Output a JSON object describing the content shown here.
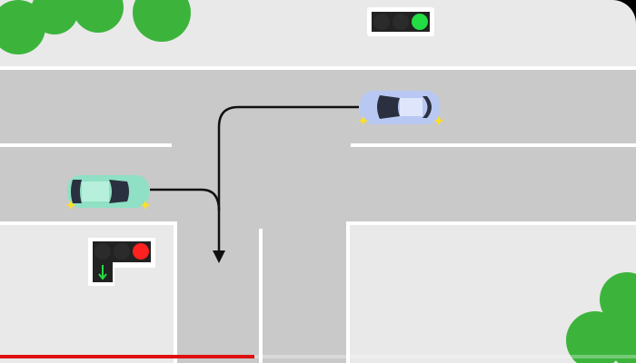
{
  "colors": {
    "sidewalk": "#e9e9e9",
    "road": "#c9c9c9",
    "lane_marking": "#ffffff",
    "path_line": "#111111",
    "car_blue": "#b8c8f2",
    "car_green": "#8fe0c4",
    "signal_off": "#2b2b2b",
    "signal_green": "#22dd44",
    "signal_red": "#ff2020",
    "tree": "#3cb43c",
    "progress": "#e01010",
    "turn_indicator": "#ffe020"
  },
  "signals": {
    "top": {
      "state": "green"
    },
    "bottom_left": {
      "state": "red",
      "arrow": "down",
      "arrow_state": "green"
    }
  },
  "video": {
    "progress_fraction": 0.4
  }
}
